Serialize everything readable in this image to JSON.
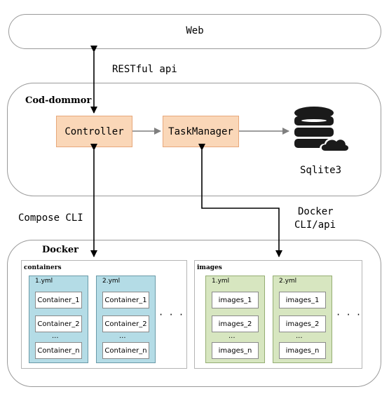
{
  "web": {
    "label": "Web"
  },
  "restful": {
    "label": "RESTful api"
  },
  "cod": {
    "title": "Cod-dommor",
    "controller": "Controller",
    "taskmanager": "TaskManager",
    "sqlite": "Sqlite3"
  },
  "compose_cli": "Compose CLI",
  "docker_cli": {
    "line1": "Docker",
    "line2": "CLI/api"
  },
  "docker": {
    "title": "Docker",
    "containers": {
      "title": "containers",
      "groups": [
        {
          "yml": "1.yml",
          "items": [
            "Container_1",
            "Container_2",
            "...",
            "Container_n"
          ]
        },
        {
          "yml": "2.yml",
          "items": [
            "Container_1",
            "Container_2",
            "...",
            "Container_n"
          ]
        }
      ],
      "ellipsis": "· · ·"
    },
    "images": {
      "title": "images",
      "groups": [
        {
          "yml": "1.yml",
          "items": [
            "images_1",
            "images_2",
            "...",
            "images_n"
          ]
        },
        {
          "yml": "2.yml",
          "items": [
            "images_1",
            "images_2",
            "...",
            "images_n"
          ]
        }
      ],
      "ellipsis": "· · ·"
    }
  },
  "colors": {
    "orange_fill": "#fad7b8",
    "blue_fill": "#b4dce6",
    "green_fill": "#d7e6c0",
    "db_icon": "#1a1a1a"
  },
  "icons": {
    "database": "database-cloud-icon"
  }
}
